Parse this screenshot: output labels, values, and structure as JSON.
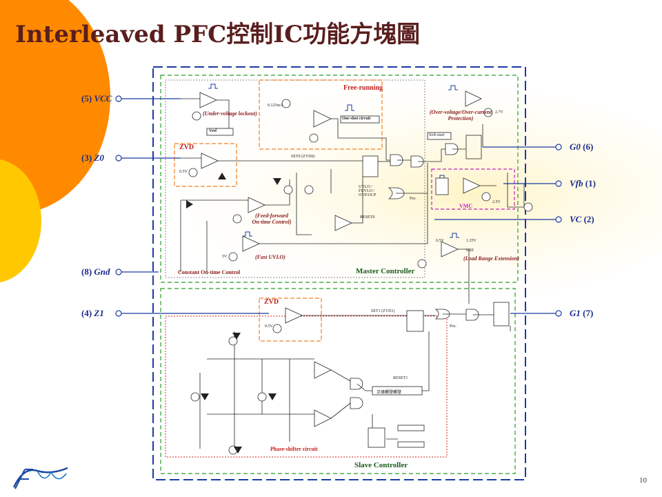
{
  "slide": {
    "title": "Interleaved PFC控制IC功能方塊圖",
    "page_number": "10"
  },
  "pins_left": [
    {
      "num": "(5)",
      "name": "VCC"
    },
    {
      "num": "(3)",
      "name": "Z0"
    },
    {
      "num": "(8)",
      "name": "Gnd"
    },
    {
      "num": "(4)",
      "name": "Z1"
    }
  ],
  "pins_right": [
    {
      "name": "G0",
      "num": "(6)"
    },
    {
      "name": "Vfb",
      "num": "(1)"
    },
    {
      "name": "VC",
      "num": "(2)"
    },
    {
      "name": "G1",
      "num": "(7)"
    }
  ],
  "blocks": {
    "free_running": "Free-running",
    "zvd_top": "ZVD",
    "zvd_bottom": "ZVD",
    "vmc": "VMC",
    "master_controller": "Master Controller",
    "slave_controller": "Slave Controller",
    "constant_on_time": "Constant On-time Control",
    "phase_shifter": "Phase-shifter circuit"
  },
  "annotations": {
    "uvlo": "(Under-voltage lockout)",
    "one_shot": "One-shot circuit",
    "ovp_ocp": "(Over-voltage/Over-current Protection)",
    "feed_forward": "(Feed-forward On-time Control)",
    "fast_uvlo": "(Fast UVLO)",
    "load_range": "(Load Range Extension)"
  },
  "small_labels": {
    "vref": "Vref",
    "soft_start": "Soft-start",
    "reset0": "RESET0",
    "reset1": "RESET1",
    "set0": "SET0 (ZVD0)",
    "set1": "SET1 (ZVD1)",
    "prot": "Pro.",
    "uvlo_list": "UVLO / FUVLO / OVP/OCP",
    "phase_box": "正緣觸發觸發",
    "v_half": "0.5V",
    "v_5": "5V",
    "v_27": "2.7V",
    "v_25": "2.5V",
    "v_125": "1.25V",
    "i_0125": "0.125mA",
    "lre": "LRE"
  }
}
